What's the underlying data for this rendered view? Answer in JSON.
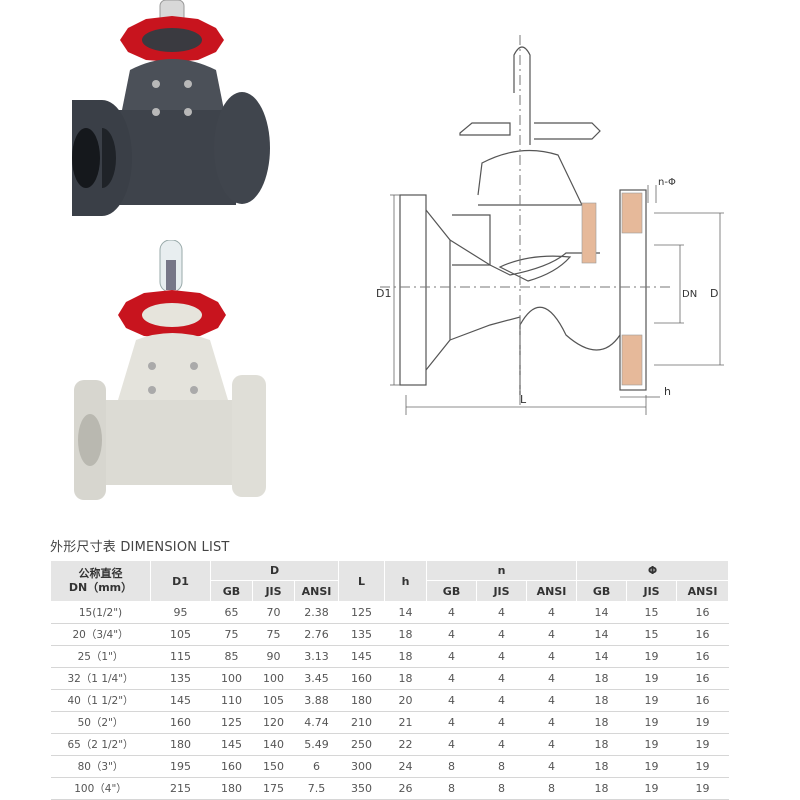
{
  "photos": {
    "top_alt": "grey PVC diaphragm valve",
    "bottom_alt": "white PP diaphragm valve"
  },
  "drawing": {
    "labels": {
      "d1": "D1",
      "n_phi": "n-Φ",
      "dn": "DN",
      "d": "D",
      "l": "L",
      "h": "h"
    }
  },
  "table": {
    "title": "外形尺寸表  DIMENSION LIST",
    "headers": {
      "dn_line1": "公称直径",
      "dn_line2": "DN（mm）",
      "d1": "D1",
      "d": "D",
      "l": "L",
      "h": "h",
      "n": "n",
      "phi": "Φ",
      "gb": "GB",
      "jis": "JIS",
      "ansi": "ANSI"
    },
    "rows": [
      [
        "15(1/2\")",
        "95",
        "65",
        "70",
        "2.38",
        "125",
        "14",
        "4",
        "4",
        "4",
        "14",
        "15",
        "16"
      ],
      [
        "20（3/4\"）",
        "105",
        "75",
        "75",
        "2.76",
        "135",
        "18",
        "4",
        "4",
        "4",
        "14",
        "15",
        "16"
      ],
      [
        "25（1\"）",
        "115",
        "85",
        "90",
        "3.13",
        "145",
        "18",
        "4",
        "4",
        "4",
        "14",
        "19",
        "16"
      ],
      [
        "32（1 1/4\"）",
        "135",
        "100",
        "100",
        "3.45",
        "160",
        "18",
        "4",
        "4",
        "4",
        "18",
        "19",
        "16"
      ],
      [
        "40（1 1/2\"）",
        "145",
        "110",
        "105",
        "3.88",
        "180",
        "20",
        "4",
        "4",
        "4",
        "18",
        "19",
        "16"
      ],
      [
        "50（2\"）",
        "160",
        "125",
        "120",
        "4.74",
        "210",
        "21",
        "4",
        "4",
        "4",
        "18",
        "19",
        "19"
      ],
      [
        "65（2 1/2\"）",
        "180",
        "145",
        "140",
        "5.49",
        "250",
        "22",
        "4",
        "4",
        "4",
        "18",
        "19",
        "19"
      ],
      [
        "80（3\"）",
        "195",
        "160",
        "150",
        "6",
        "300",
        "24",
        "8",
        "8",
        "4",
        "18",
        "19",
        "19"
      ],
      [
        "100（4\"）",
        "215",
        "180",
        "175",
        "7.5",
        "350",
        "26",
        "8",
        "8",
        "8",
        "18",
        "19",
        "19"
      ]
    ]
  }
}
